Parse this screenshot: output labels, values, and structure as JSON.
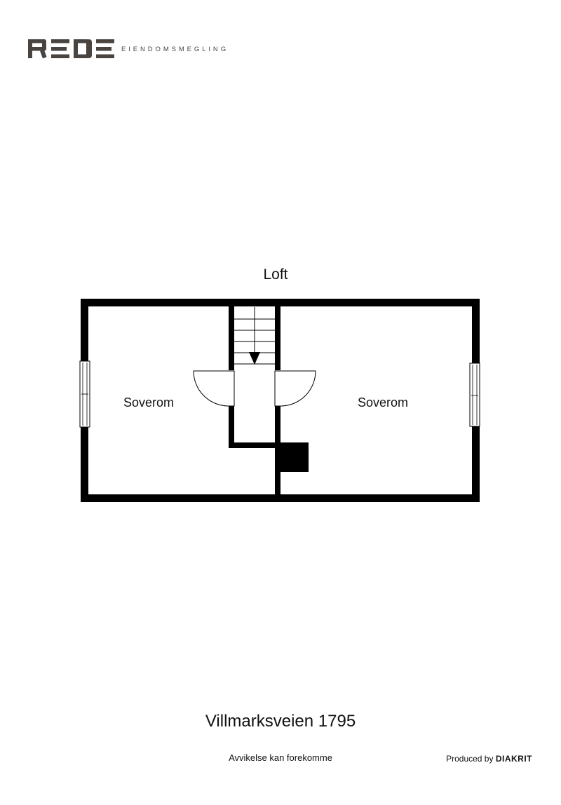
{
  "branding": {
    "logo_wordmark": "REDE",
    "logo_tagline": "EIENDOMSMEGLING",
    "logo_color": "#4a4440"
  },
  "floorplan": {
    "floor_name": "Loft",
    "rooms": [
      {
        "label": "Soverom"
      },
      {
        "label": "Soverom"
      }
    ],
    "wall_color": "#000000"
  },
  "footer": {
    "address": "Villmarksveien 1795",
    "disclaimer": "Avvikelse kan forekomme",
    "produced_by_prefix": "Produced by",
    "produced_by_brand": "DIAKRIT"
  }
}
